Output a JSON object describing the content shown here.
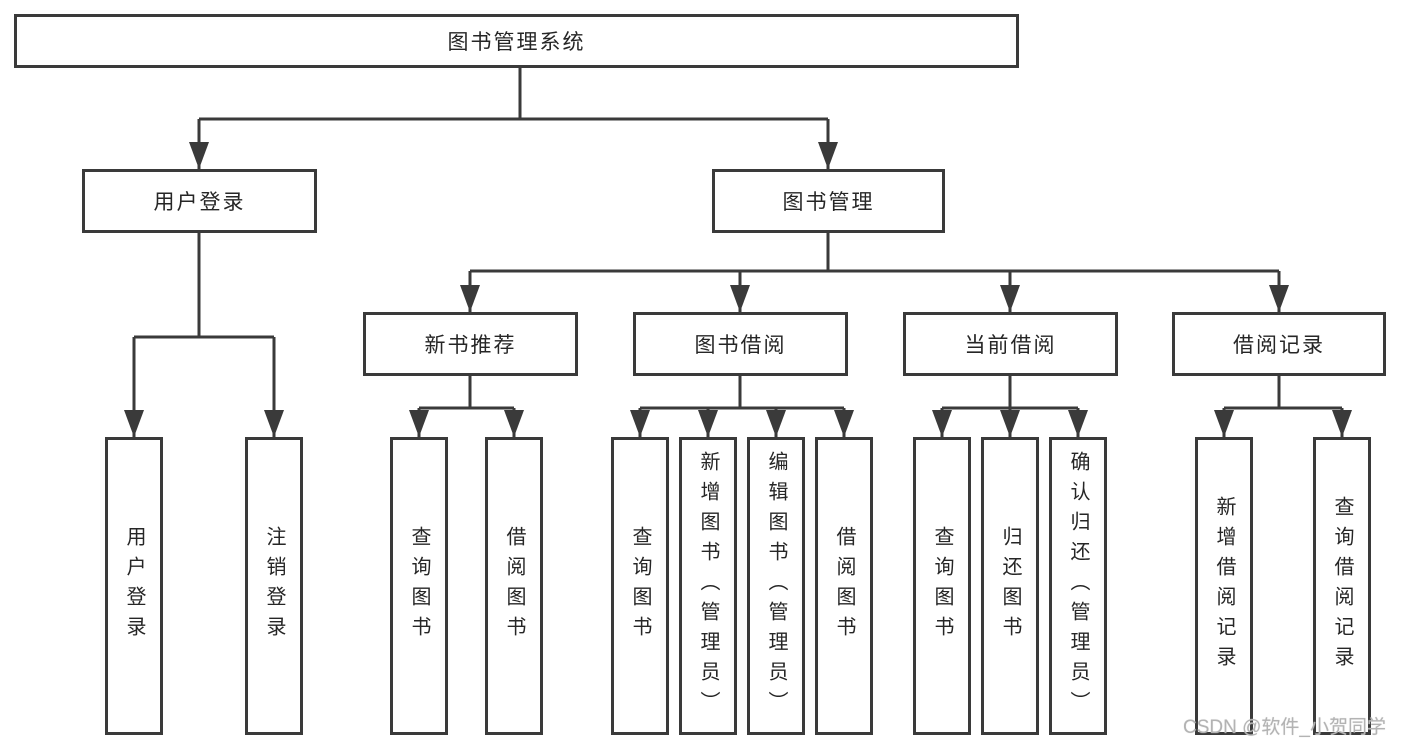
{
  "diagram_type": "feature-hierarchy-tree",
  "colors": {
    "line": "#3a3a3a",
    "border": "#3a3a3a",
    "text": "#262626",
    "background": "#ffffff",
    "watermark": "#b3b3b3"
  },
  "nodes": {
    "root": {
      "label": "图书管理系统"
    },
    "level2": [
      {
        "label": "用户登录"
      },
      {
        "label": "图书管理"
      }
    ],
    "level3": [
      {
        "label": "新书推荐"
      },
      {
        "label": "图书借阅"
      },
      {
        "label": "当前借阅"
      },
      {
        "label": "借阅记录"
      }
    ],
    "leaves": {
      "user_login": [
        {
          "label": "用户登录"
        },
        {
          "label": "注销登录"
        }
      ],
      "new_book": [
        {
          "label": "查询图书"
        },
        {
          "label": "借阅图书"
        }
      ],
      "book_borrow": [
        {
          "label": "查询图书"
        },
        {
          "label": "新增图书（管理员）"
        },
        {
          "label": "编辑图书（管理员）"
        },
        {
          "label": "借阅图书"
        }
      ],
      "current_borrow": [
        {
          "label": "查询图书"
        },
        {
          "label": "归还图书"
        },
        {
          "label": "确认归还（管理员）"
        }
      ],
      "borrow_records": [
        {
          "label": "新增借阅记录"
        },
        {
          "label": "查询借阅记录"
        }
      ]
    }
  },
  "watermark": "CSDN @软件_小贺同学"
}
